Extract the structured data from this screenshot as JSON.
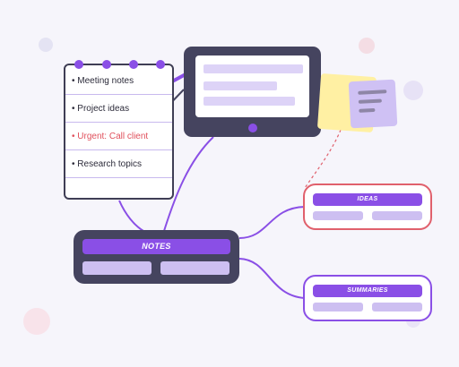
{
  "notepad": {
    "items": [
      {
        "label": "• Meeting notes"
      },
      {
        "label": "• Project ideas"
      },
      {
        "label": "• Urgent: Call client"
      },
      {
        "label": "• Research topics"
      }
    ]
  },
  "nodes": {
    "notes_label": "NOTES",
    "ideas_label": "IDEAS",
    "summaries_label": "SUMMARIES"
  },
  "colors": {
    "accent": "#8a4fe6",
    "dark": "#45445f",
    "urgent": "#e0505c",
    "light_block": "#cdbff1",
    "sticky_yellow": "#fff0a3",
    "sticky_purple": "#cfc1f4",
    "background": "#f6f5fb"
  }
}
